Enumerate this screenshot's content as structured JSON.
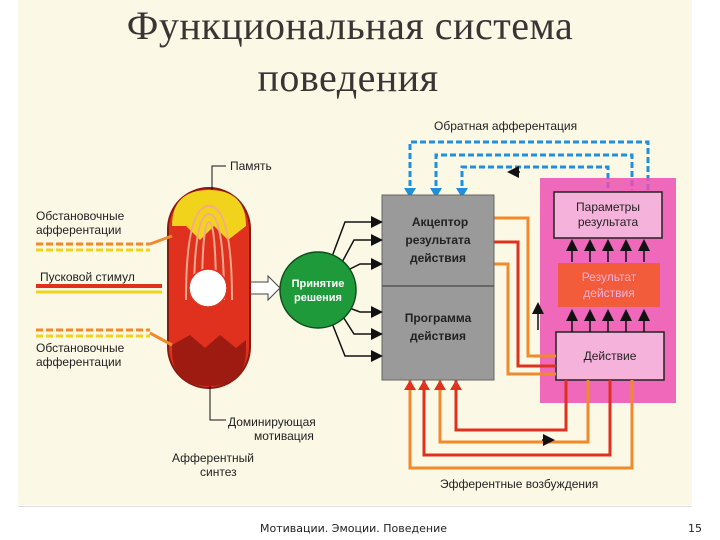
{
  "slide": {
    "title_line1": "Функциональная система",
    "title_line2": "поведения",
    "footer_text": "Мотивации. Эмоции. Поведение",
    "page_number": "15"
  },
  "diagram": {
    "feedback_label": "Обратная афферентация",
    "memory_label": "Память",
    "situational_top_1": "Обстановочные",
    "situational_top_2": "афферентации",
    "trigger_label": "Пусковой стимул",
    "situational_bottom_1": "Обстановочные",
    "situational_bottom_2": "афферентации",
    "dominant_1": "Доминирующая",
    "dominant_2": "мотивация",
    "afferent_1": "Афферентный",
    "afferent_2": "синтез",
    "decision_1": "Принятие",
    "decision_2": "решения",
    "acceptor_1": "Акцептор",
    "acceptor_2": "результата",
    "acceptor_3": "действия",
    "program_1": "Программа",
    "program_2": "действия",
    "params_1": "Параметры",
    "params_2": "результата",
    "result_1": "Результат",
    "result_2": "действия",
    "action_label": "Действие",
    "efferent_label": "Эфферентные возбуждения",
    "colors": {
      "feedback_blue": "#1f8fe0",
      "flow_orange": "#f08a2a",
      "flow_red": "#e0301e",
      "decision_green": "#1f9a3a",
      "result_panel_pink": "#ec4fb2",
      "result_red": "#f25c3a",
      "memory_yellow": "#f2d31c",
      "gray_block": "#9a9a9a"
    }
  }
}
